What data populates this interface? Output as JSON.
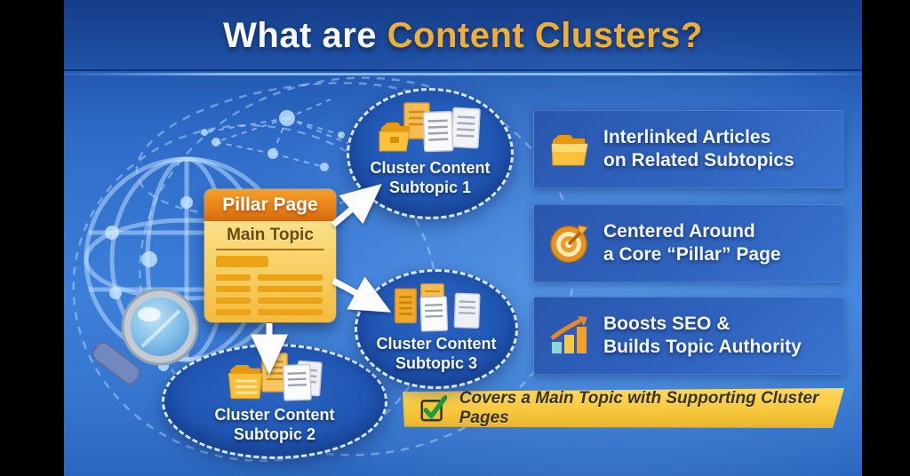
{
  "title": {
    "prefix": "What are ",
    "highlight": "Content Clusters?"
  },
  "diagram": {
    "pillar": {
      "header": "Pillar Page",
      "subheader": "Main Topic"
    },
    "clusters": [
      {
        "line1": "Cluster Content",
        "line2": "Subtopic 1"
      },
      {
        "line1": "Cluster Content",
        "line2": "Subtopic 2"
      },
      {
        "line1": "Cluster Content",
        "line2": "Subtopic 3"
      }
    ]
  },
  "panels": [
    {
      "icon": "folder-icon",
      "line1": "Interlinked Articles",
      "line2": "on Related Subtopics"
    },
    {
      "icon": "target-icon",
      "line1": "Centered Around",
      "line2": "a Core “Pillar” Page"
    },
    {
      "icon": "bar-chart-icon",
      "line1": "Boosts SEO &",
      "line2": "Builds Topic Authority"
    }
  ],
  "banner": {
    "icon": "checkbox-check-icon",
    "text": "Covers a Main Topic with Supporting Cluster Pages"
  },
  "colors": {
    "background_top": "#1b4da4",
    "background_mid": "#3c7fd9",
    "title_highlight": "#efae35",
    "title_white": "#f7f9fc",
    "pillar_header_orange": "#e8841a",
    "pillar_body_gold": "#f9d976",
    "bubble_fill": "#1f55b2",
    "bubble_dash": "#e4f0ff",
    "panel_blue": "#2f63bd",
    "banner_yellow": "#f7c83e",
    "check_green": "#1f9e3e",
    "bar_teal": "#8fd4d8",
    "bar_yellow": "#f6c84a",
    "bar_orange": "#f2a02c"
  }
}
